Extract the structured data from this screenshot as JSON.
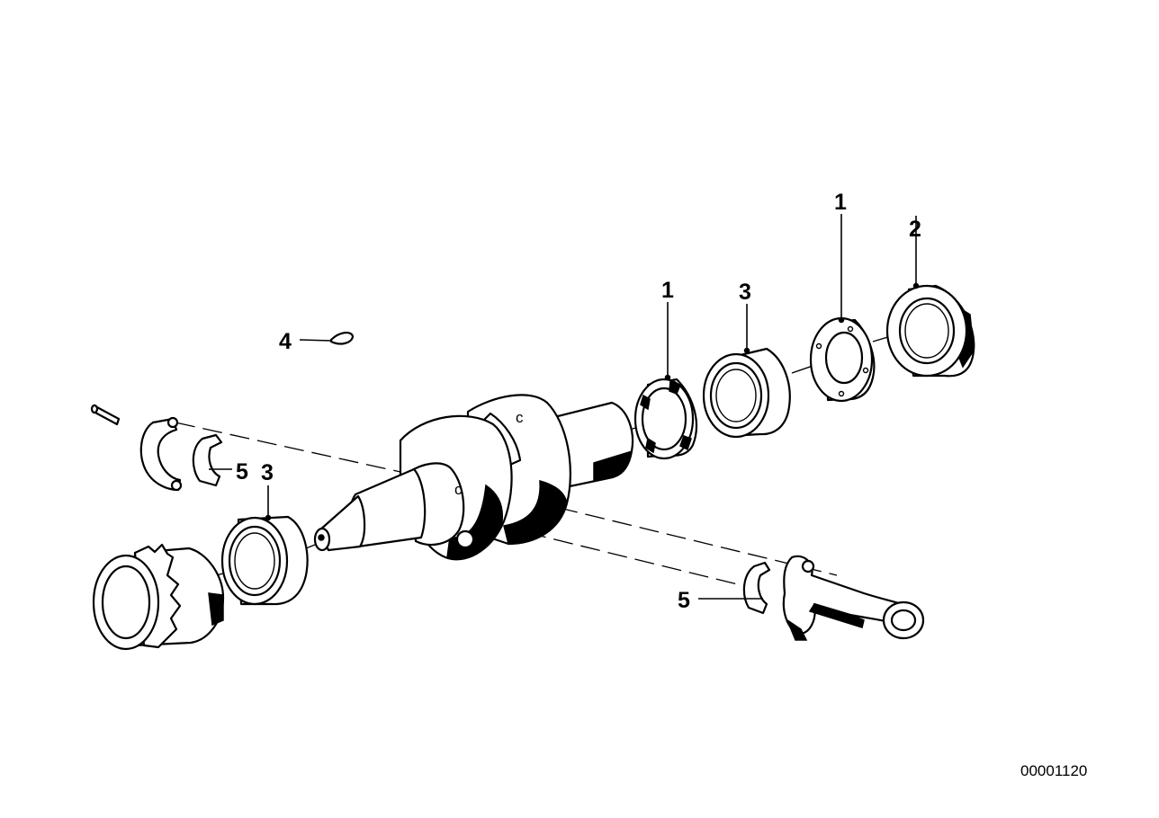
{
  "diagram": {
    "reference_number": "00001120",
    "callouts": {
      "bearing_right": "1",
      "flange_right": "1",
      "seal_ring": "2",
      "bushing_right": "3",
      "bushing_left": "3",
      "key": "4",
      "shell_left": "5",
      "shell_rod": "5"
    }
  }
}
